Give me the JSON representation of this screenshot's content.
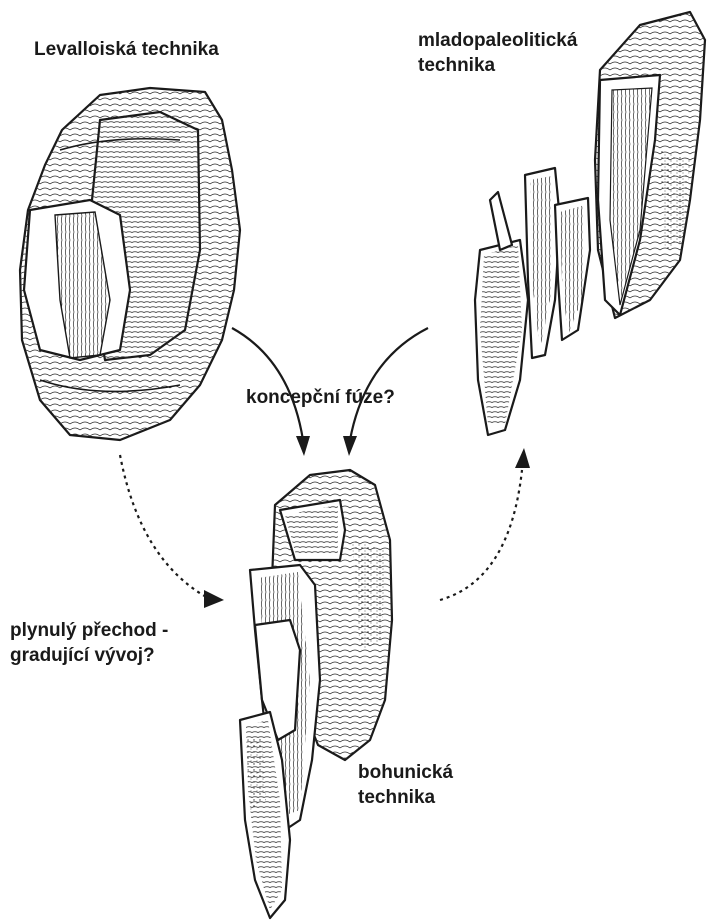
{
  "labels": {
    "levallois": "Levalloiská technika",
    "upper_paleolithic_line1": "mladopaleolitická",
    "upper_paleolithic_line2": "technika",
    "fusion": "koncepční fúze?",
    "transition_line1": "plynulý přechod -",
    "transition_line2": "gradující vývoj?",
    "bohunician_line1": "bohunická",
    "bohunician_line2": "technika"
  },
  "colors": {
    "ink": "#1a1a1a",
    "background": "#ffffff"
  }
}
